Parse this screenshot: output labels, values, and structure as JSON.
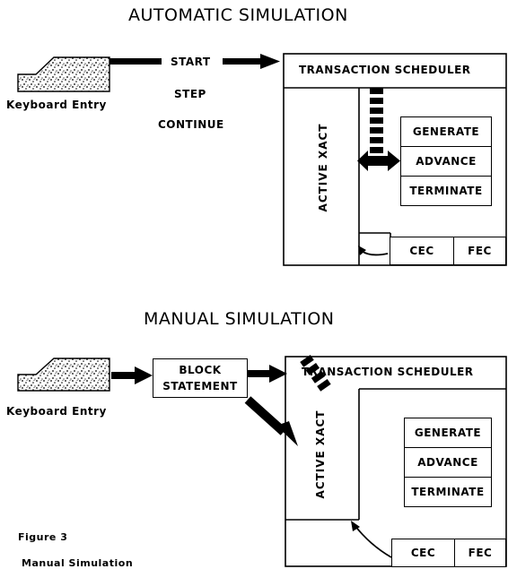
{
  "automatic": {
    "title": "AUTOMATIC SIMULATION",
    "keyboard_label": "Keyboard Entry",
    "commands": [
      "START",
      "STEP",
      "CONTINUE"
    ],
    "scheduler_label": "TRANSACTION SCHEDULER",
    "active_label": "ACTIVE XACT",
    "blocks": [
      "GENERATE",
      "ADVANCE",
      "TERMINATE"
    ],
    "chains": [
      "CEC",
      "FEC"
    ]
  },
  "manual": {
    "title": "MANUAL SIMULATION",
    "keyboard_label": "Keyboard Entry",
    "block_statement_lines": [
      "BLOCK",
      "STATEMENT"
    ],
    "scheduler_label": "TRANSACTION SCHEDULER",
    "active_label": "ACTIVE XACT",
    "blocks": [
      "GENERATE",
      "ADVANCE",
      "TERMINATE"
    ],
    "chains": [
      "CEC",
      "FEC"
    ]
  },
  "figure": {
    "number": "Figure 3",
    "caption": "Manual Simulation"
  }
}
